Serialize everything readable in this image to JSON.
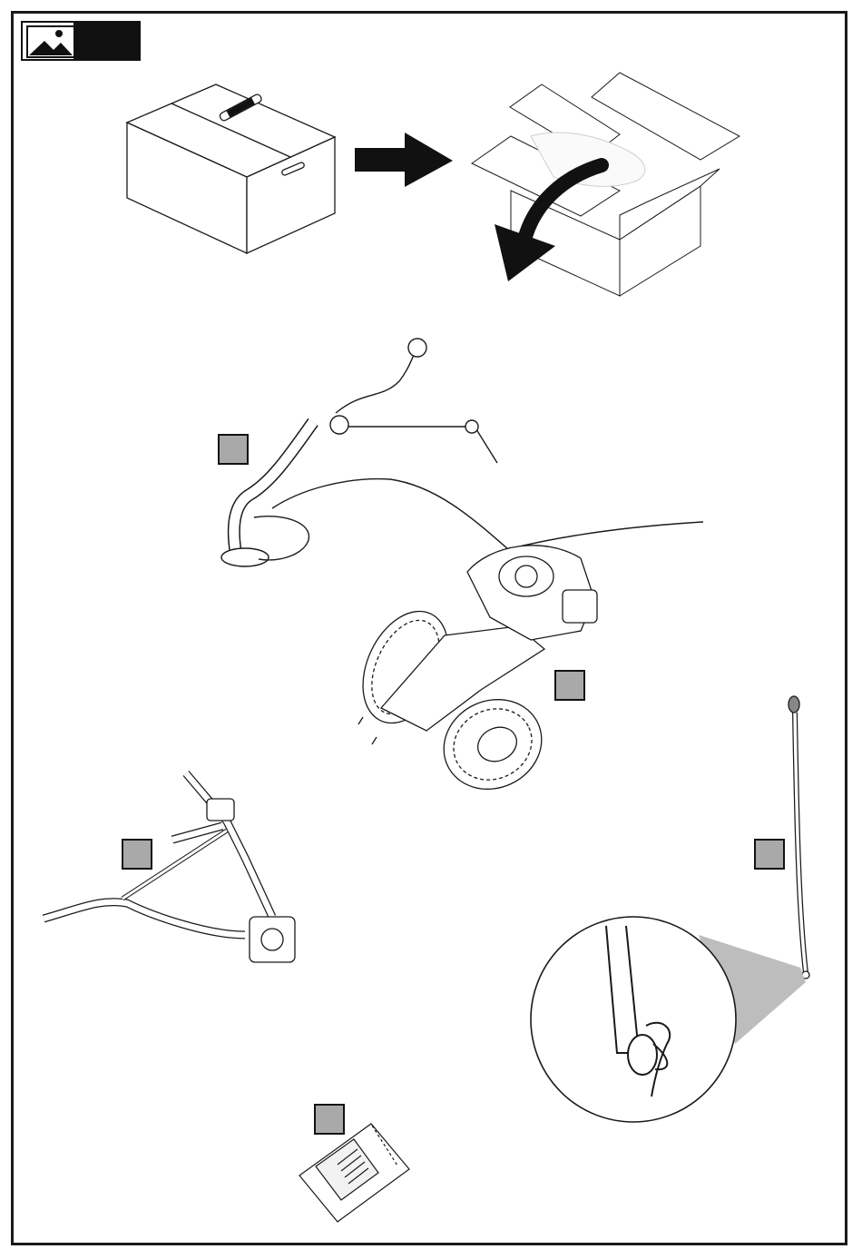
{
  "header": {
    "icon": "image-icon"
  },
  "steps": {
    "unpack": {
      "closed_box_icon": "closed-box-icon",
      "arrow_icon": "right-arrow-icon",
      "open_box_icon": "open-box-icon",
      "remove_arrow_icon": "curved-down-arrow-icon"
    }
  },
  "parts": [
    {
      "id": "handlebar-with-cables",
      "badge_label": ""
    },
    {
      "id": "tiller-base-unit",
      "badge_label": ""
    },
    {
      "id": "wheel-frame",
      "badge_label": ""
    },
    {
      "id": "shift-lever",
      "badge_label": ""
    },
    {
      "id": "manual-document",
      "badge_label": ""
    }
  ],
  "colors": {
    "badge": "#a9a9a9",
    "line": "#1a1a1a",
    "shadow": "#bdbdbd"
  }
}
